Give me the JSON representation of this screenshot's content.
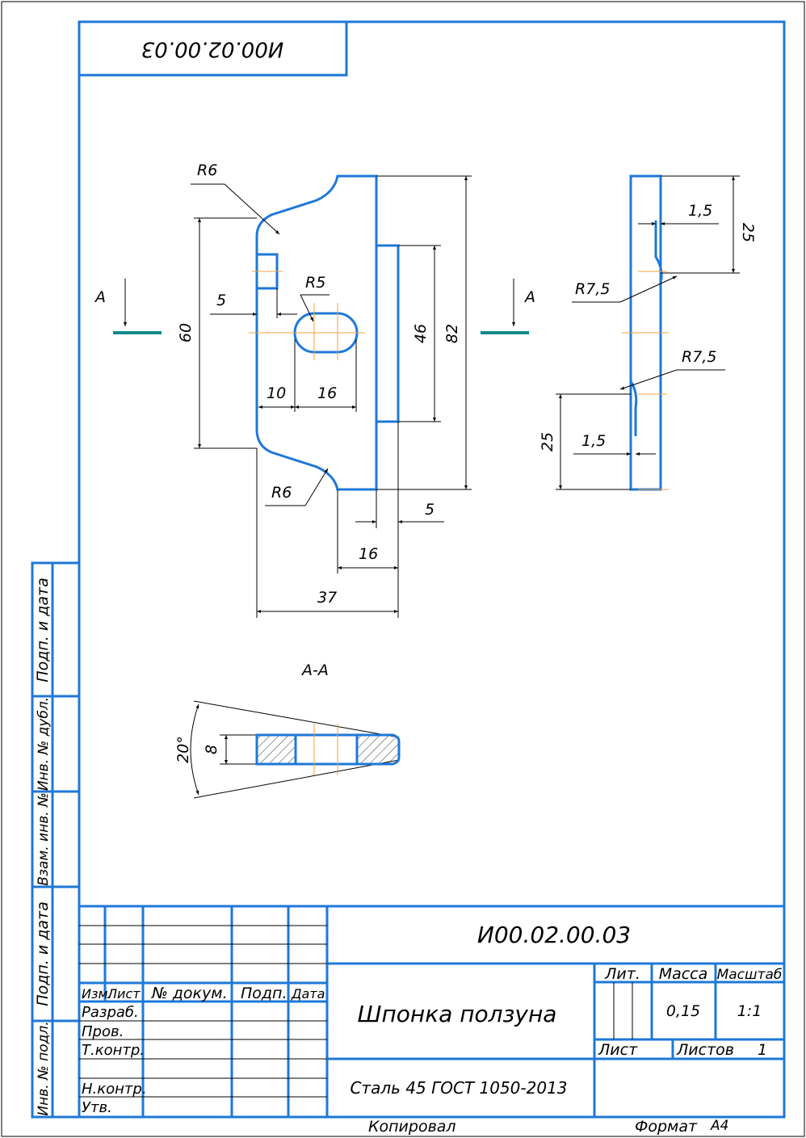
{
  "drawing": {
    "code": "И00.02.00.03",
    "title": "Шпонка ползуна",
    "material": "Сталь 45  ГОСТ 1050-2013",
    "mass": "0,15",
    "scale": "1:1",
    "sheets": "1"
  },
  "title_block": {
    "lit_label": "Лит.",
    "mass_label": "Масса",
    "scale_label": "Масштаб",
    "sheet_label": "Лист",
    "sheets_label": "Листов",
    "izm": "Изм.",
    "list": "Лист",
    "docnum": "№ докум.",
    "sign": "Подп.",
    "date": "Дата",
    "razrab": "Разраб.",
    "prov": "Пров.",
    "tkontr": "Т.контр.",
    "nkontr": "Н.контр.",
    "utv": "Утв.",
    "copied": "Копировал",
    "format_label": "Формат",
    "format_value": "A4"
  },
  "side_columns": {
    "podp_data_1": "Подп. и дата",
    "inv_dubl": "Инв. № дубл.",
    "vzam_inv": "Взам. инв. №",
    "podp_data_2": "Подп. и дата",
    "inv_podl": "Инв. № подл."
  },
  "dimensions": {
    "r6_top": "R6",
    "r6_bottom": "R6",
    "r5": "R5",
    "d60": "60",
    "d5_left": "5",
    "d10": "10",
    "d16_slot": "16",
    "d46": "46",
    "d82": "82",
    "d5_bottom": "5",
    "d16_bottom": "16",
    "d37": "37",
    "d1_5_top": "1,5",
    "d25_top": "25",
    "r7_5_top": "R7,5",
    "r7_5_bottom": "R7,5",
    "d25_bottom": "25",
    "d1_5_bottom": "1,5",
    "angle": "20°",
    "d8": "8"
  },
  "section": {
    "mark_left": "А",
    "mark_right": "А",
    "section_title": "А-А"
  }
}
